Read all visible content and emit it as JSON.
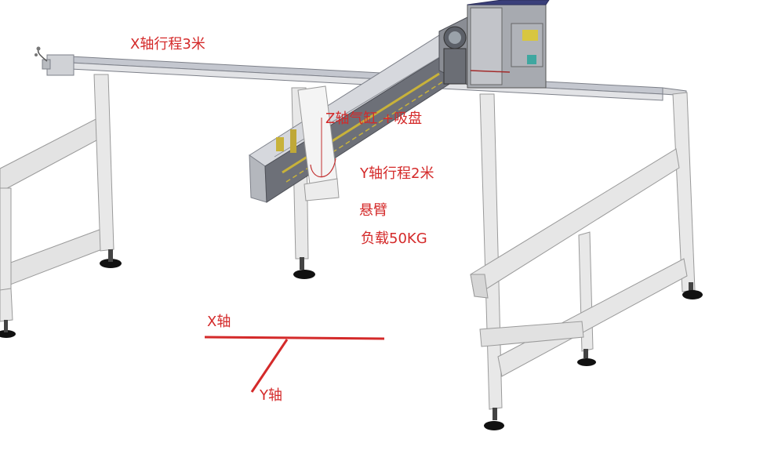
{
  "labels": {
    "x_travel": "X轴行程3米",
    "z_axis": "Z轴气缸 +吸盘",
    "y_travel": "Y轴行程2米",
    "cantilever": "悬臂",
    "load": "负载50KG",
    "x_axis": "X轴",
    "y_axis": "Y轴"
  },
  "colors": {
    "annotation": "#d42a2a",
    "frame_light": "#e6e6e6",
    "frame_mid": "#cfcfcf",
    "frame_dark": "#8f8f8f",
    "beam_top": "#b9bcc4",
    "carriage": "#6c6f76",
    "motor_body": "#9fa2a8",
    "motor_cap": "#3a3f7a",
    "rail_detail": "#c8b23a",
    "foot": "#111111"
  }
}
